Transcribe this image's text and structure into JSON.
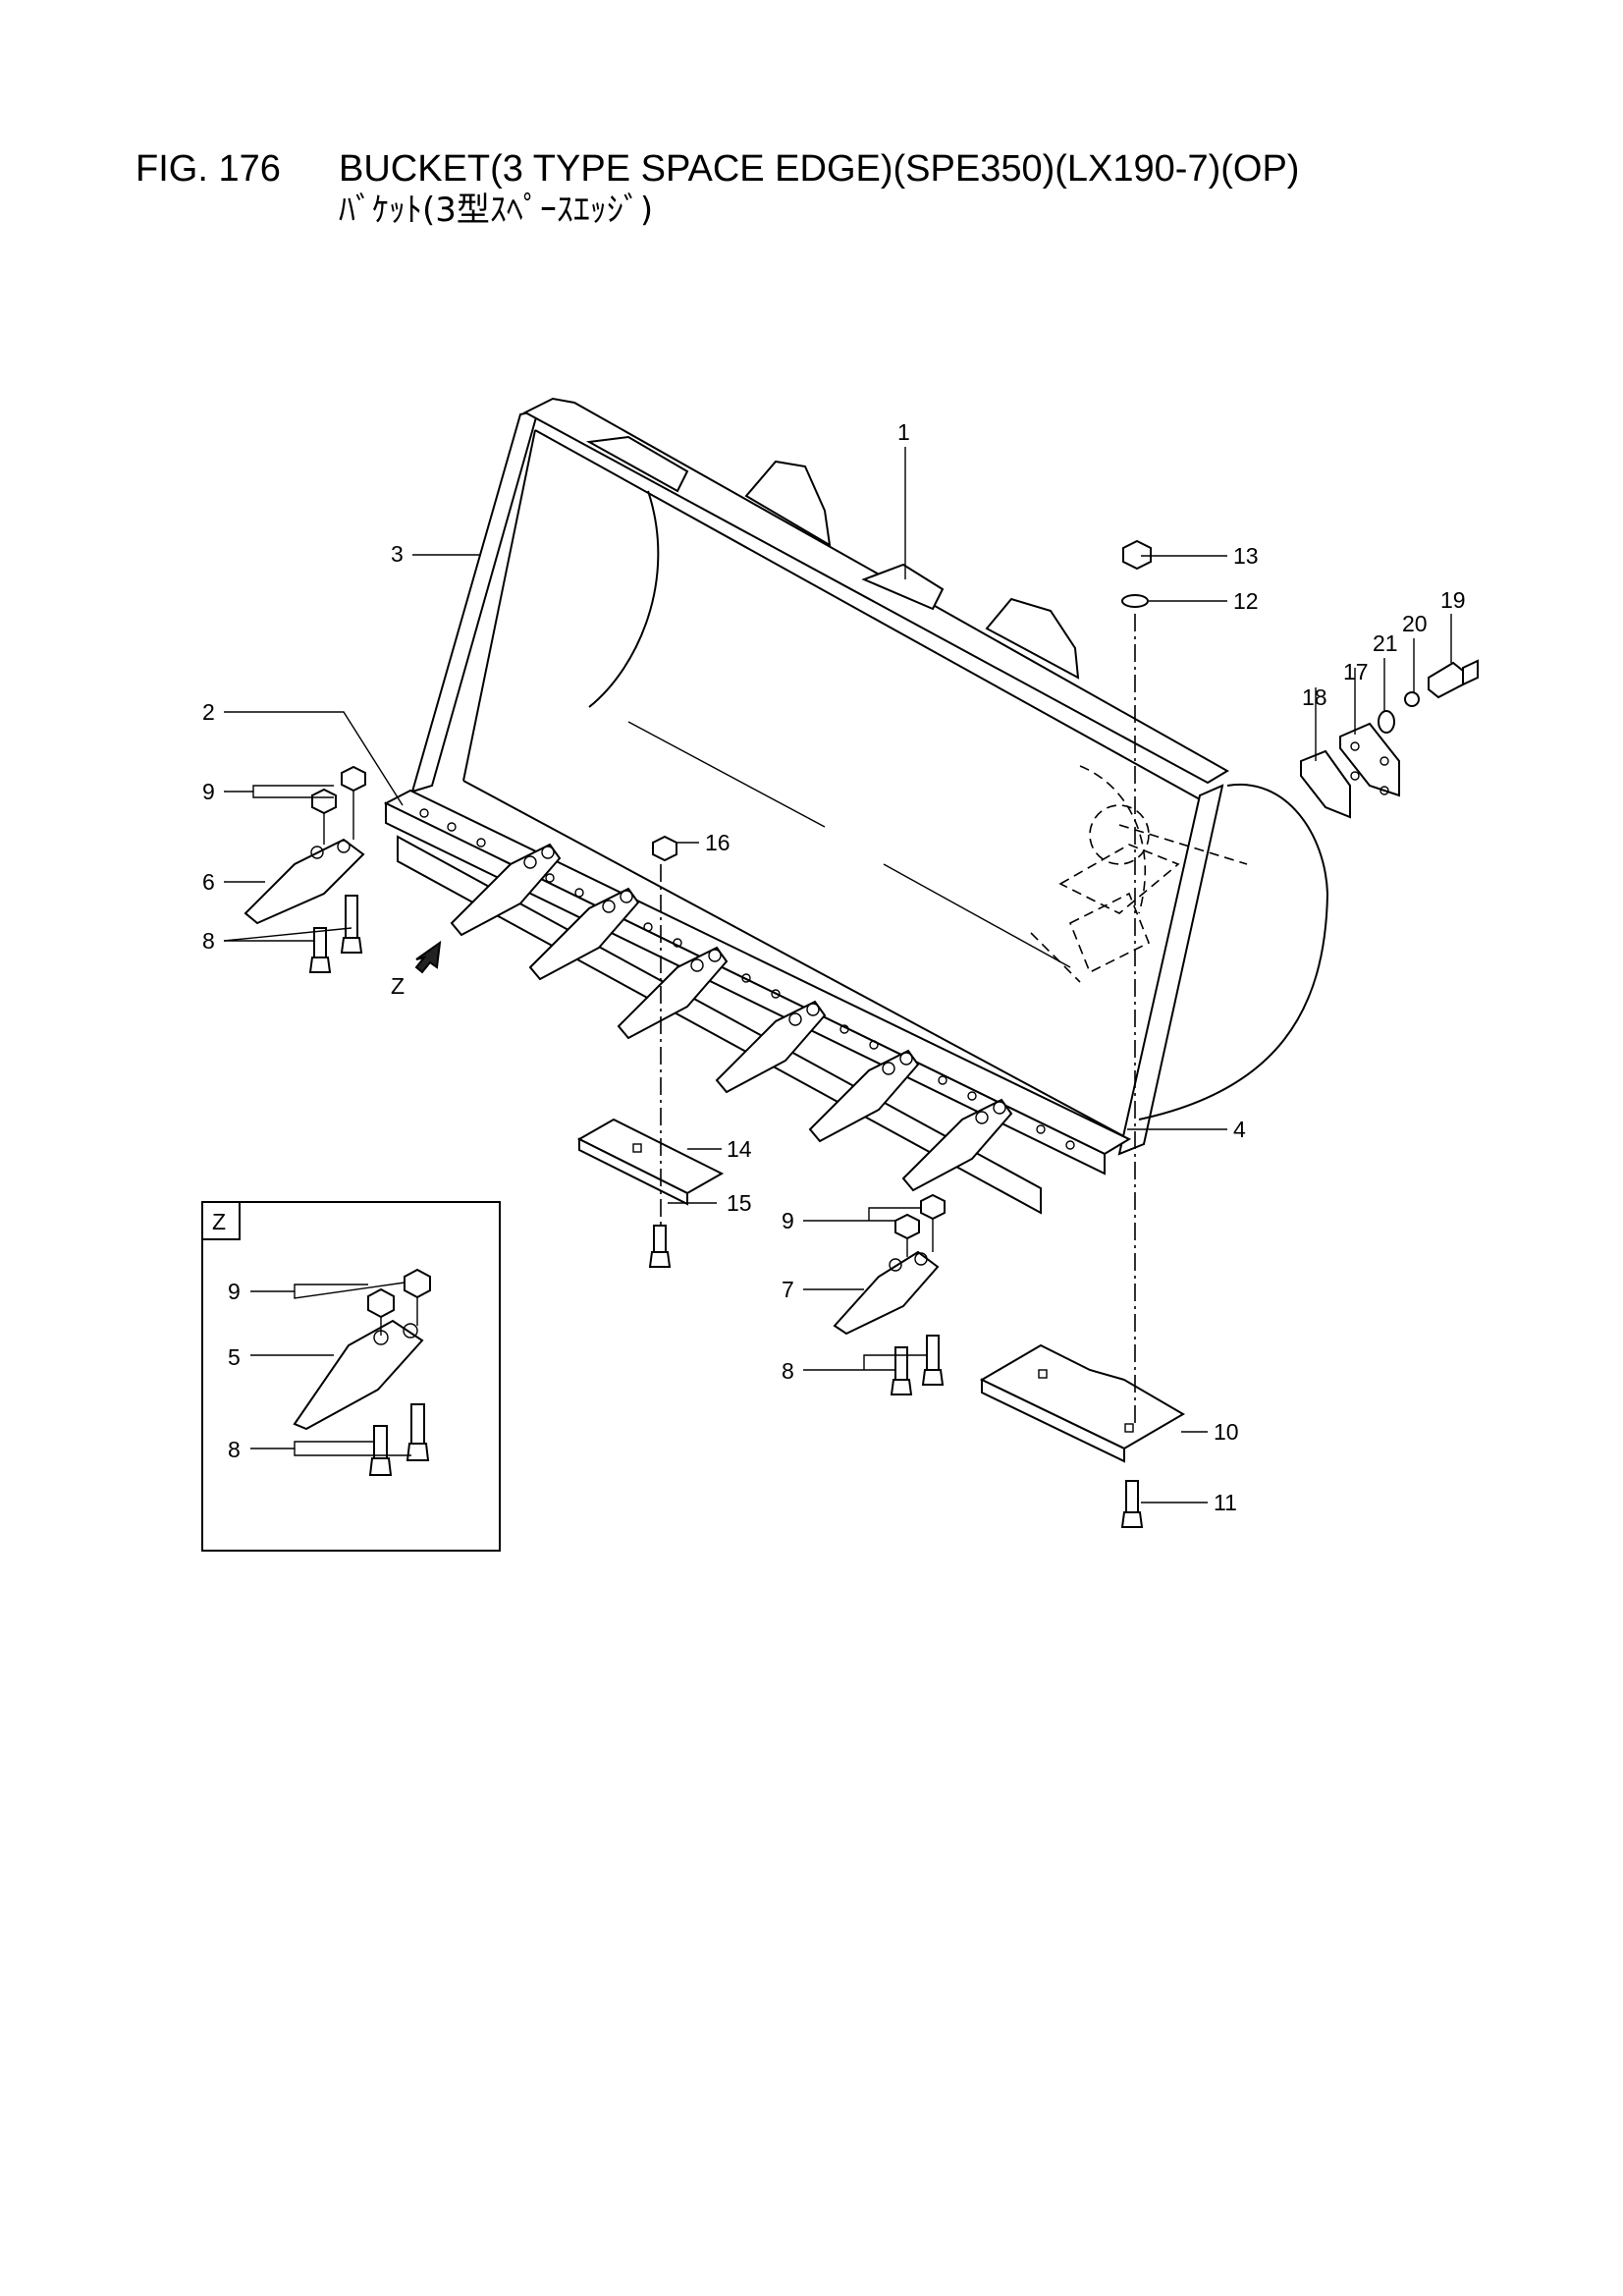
{
  "header": {
    "fig_number": "FIG. 176",
    "title": "BUCKET(3 TYPE SPACE EDGE)(SPE350)(LX190-7)(OP)",
    "subtitle": "ﾊﾞｹｯﾄ(3型ｽﾍﾟｰｽｴｯｼﾞ)"
  },
  "view_label": "Z",
  "detail_box_label": "Z",
  "callouts": {
    "c1": "1",
    "c2": "2",
    "c3": "3",
    "c4": "4",
    "c5": "5",
    "c6": "6",
    "c7": "7",
    "c8a": "8",
    "c8b": "8",
    "c8c": "8",
    "c9a": "9",
    "c9b": "9",
    "c9c": "9",
    "c10": "10",
    "c11": "11",
    "c12": "12",
    "c13": "13",
    "c14": "14",
    "c15": "15",
    "c16": "16",
    "c17": "17",
    "c18": "18",
    "c19": "19",
    "c20": "20",
    "c21": "21"
  }
}
